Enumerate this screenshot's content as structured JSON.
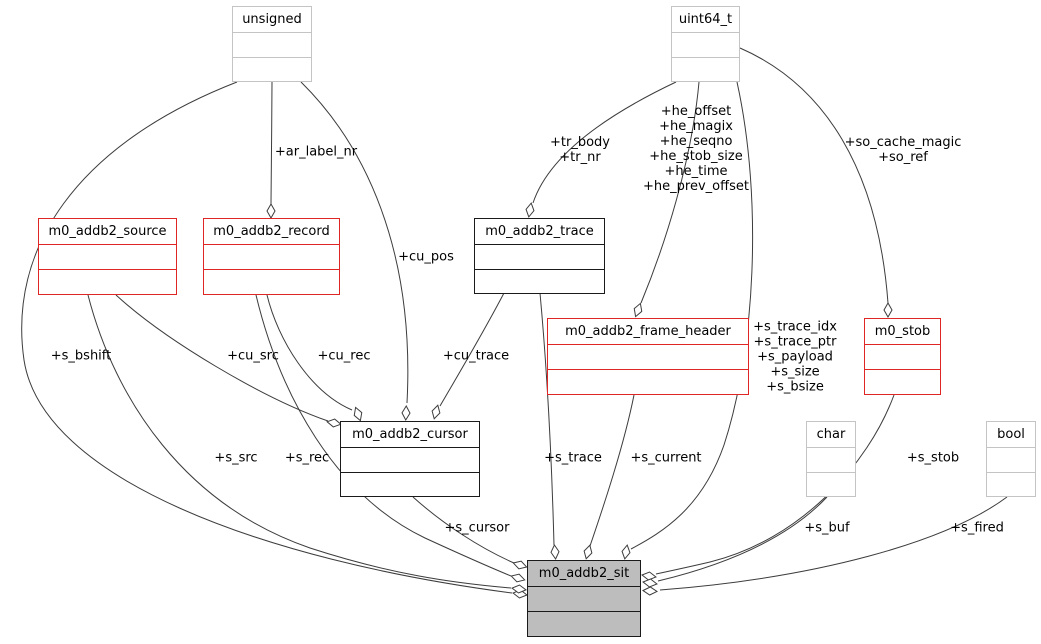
{
  "nodes": [
    {
      "id": "unsigned",
      "label": "unsigned",
      "style": "plain"
    },
    {
      "id": "uint64",
      "label": "uint64_t",
      "style": "plain"
    },
    {
      "id": "source",
      "label": "m0_addb2_source",
      "style": "red"
    },
    {
      "id": "record",
      "label": "m0_addb2_record",
      "style": "red"
    },
    {
      "id": "trace",
      "label": "m0_addb2_trace",
      "style": "black"
    },
    {
      "id": "frame_header",
      "label": "m0_addb2_frame_header",
      "style": "red"
    },
    {
      "id": "stob",
      "label": "m0_stob",
      "style": "red"
    },
    {
      "id": "cursor",
      "label": "m0_addb2_cursor",
      "style": "black"
    },
    {
      "id": "char",
      "label": "char",
      "style": "plain"
    },
    {
      "id": "bool",
      "label": "bool",
      "style": "plain"
    },
    {
      "id": "sit",
      "label": "m0_addb2_sit",
      "style": "focus"
    }
  ],
  "edges": [
    {
      "from": "unsigned",
      "to": "record",
      "label": [
        "+ar_label_nr"
      ]
    },
    {
      "from": "unsigned",
      "to": "cursor",
      "label": [
        "+cu_pos"
      ]
    },
    {
      "from": "unsigned",
      "to": "sit",
      "label": [
        "+s_bshift"
      ]
    },
    {
      "from": "uint64",
      "to": "trace",
      "label": [
        "+tr_body",
        "+tr_nr"
      ]
    },
    {
      "from": "uint64",
      "to": "frame_header",
      "label": [
        "+he_offset",
        "+he_magix",
        "+he_seqno",
        "+he_stob_size",
        "+he_time",
        "+he_prev_offset"
      ]
    },
    {
      "from": "uint64",
      "to": "stob",
      "label": [
        "+so_cache_magic",
        "+so_ref"
      ]
    },
    {
      "from": "uint64",
      "to": "sit",
      "label": [
        "+s_trace_idx",
        "+s_trace_ptr",
        "+s_payload",
        "+s_size",
        "+s_bsize"
      ]
    },
    {
      "from": "source",
      "to": "cursor",
      "label": [
        "+cu_src"
      ]
    },
    {
      "from": "record",
      "to": "cursor",
      "label": [
        "+cu_rec"
      ]
    },
    {
      "from": "trace",
      "to": "cursor",
      "label": [
        "+cu_trace"
      ]
    },
    {
      "from": "source",
      "to": "sit",
      "label": [
        "+s_src"
      ]
    },
    {
      "from": "record",
      "to": "sit",
      "label": [
        "+s_rec"
      ]
    },
    {
      "from": "cursor",
      "to": "sit",
      "label": [
        "+s_cursor"
      ]
    },
    {
      "from": "trace",
      "to": "sit",
      "label": [
        "+s_trace"
      ]
    },
    {
      "from": "frame_header",
      "to": "sit",
      "label": [
        "+s_current"
      ]
    },
    {
      "from": "stob",
      "to": "sit",
      "label": [
        "+s_stob"
      ]
    },
    {
      "from": "char",
      "to": "sit",
      "label": [
        "+s_buf"
      ]
    },
    {
      "from": "bool",
      "to": "sit",
      "label": [
        "+s_fired"
      ]
    }
  ],
  "colors": {
    "red": "#e02525",
    "black": "#1a1a1a",
    "plain": "#c4c4c4",
    "focus_border": "#1a1a1a",
    "focus_fill": "#bdbdbd",
    "edge": "#3c3c3c",
    "text": "#000000",
    "background": "#ffffff"
  }
}
